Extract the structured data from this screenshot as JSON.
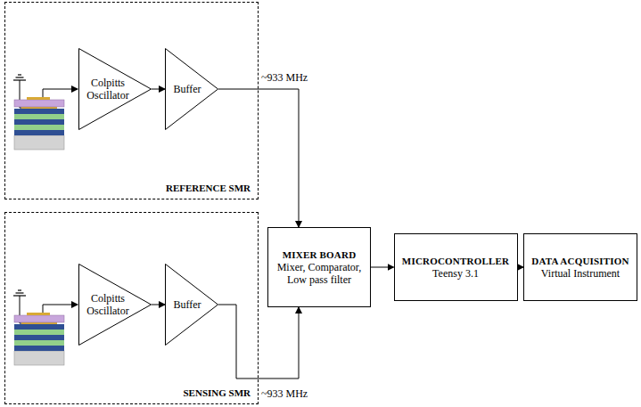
{
  "diagram": {
    "nodes": [
      {
        "text": [
          "REFERENCE SMR"
        ]
      },
      {
        "text": [
          "Colpitts Oscillator"
        ],
        "in": 0
      },
      {
        "text": [
          "Buffer"
        ],
        "in": 0
      },
      {
        "text": [
          "MIXER BOARD",
          "Mixer, Comparator, Low pass filter"
        ]
      },
      {
        "text": [
          "MICROCONTROLLER",
          "Teensy 3.1"
        ]
      },
      {
        "text": [
          "DATA ACQUISITION",
          "Virtual Instrument"
        ]
      },
      {
        "text": [
          "SENSING SMR"
        ]
      },
      {
        "text": [
          "Colpitts Oscillator"
        ],
        "in": 6
      },
      {
        "text": [
          "Buffer"
        ],
        "in": 6
      }
    ],
    "edges": [
      {
        "from": 1,
        "to": 2,
        "arrow": "to"
      },
      {
        "from": 2,
        "to": 3,
        "arrow": "to"
      },
      {
        "from": 7,
        "to": 8,
        "arrow": "to"
      },
      {
        "from": 8,
        "to": 3,
        "arrow": "to"
      },
      {
        "from": 3,
        "to": 4,
        "arrow": "to"
      },
      {
        "from": 4,
        "to": 5,
        "arrow": "to"
      }
    ],
    "labels": [
      "~933 MHz",
      "~933 MHz"
    ]
  }
}
